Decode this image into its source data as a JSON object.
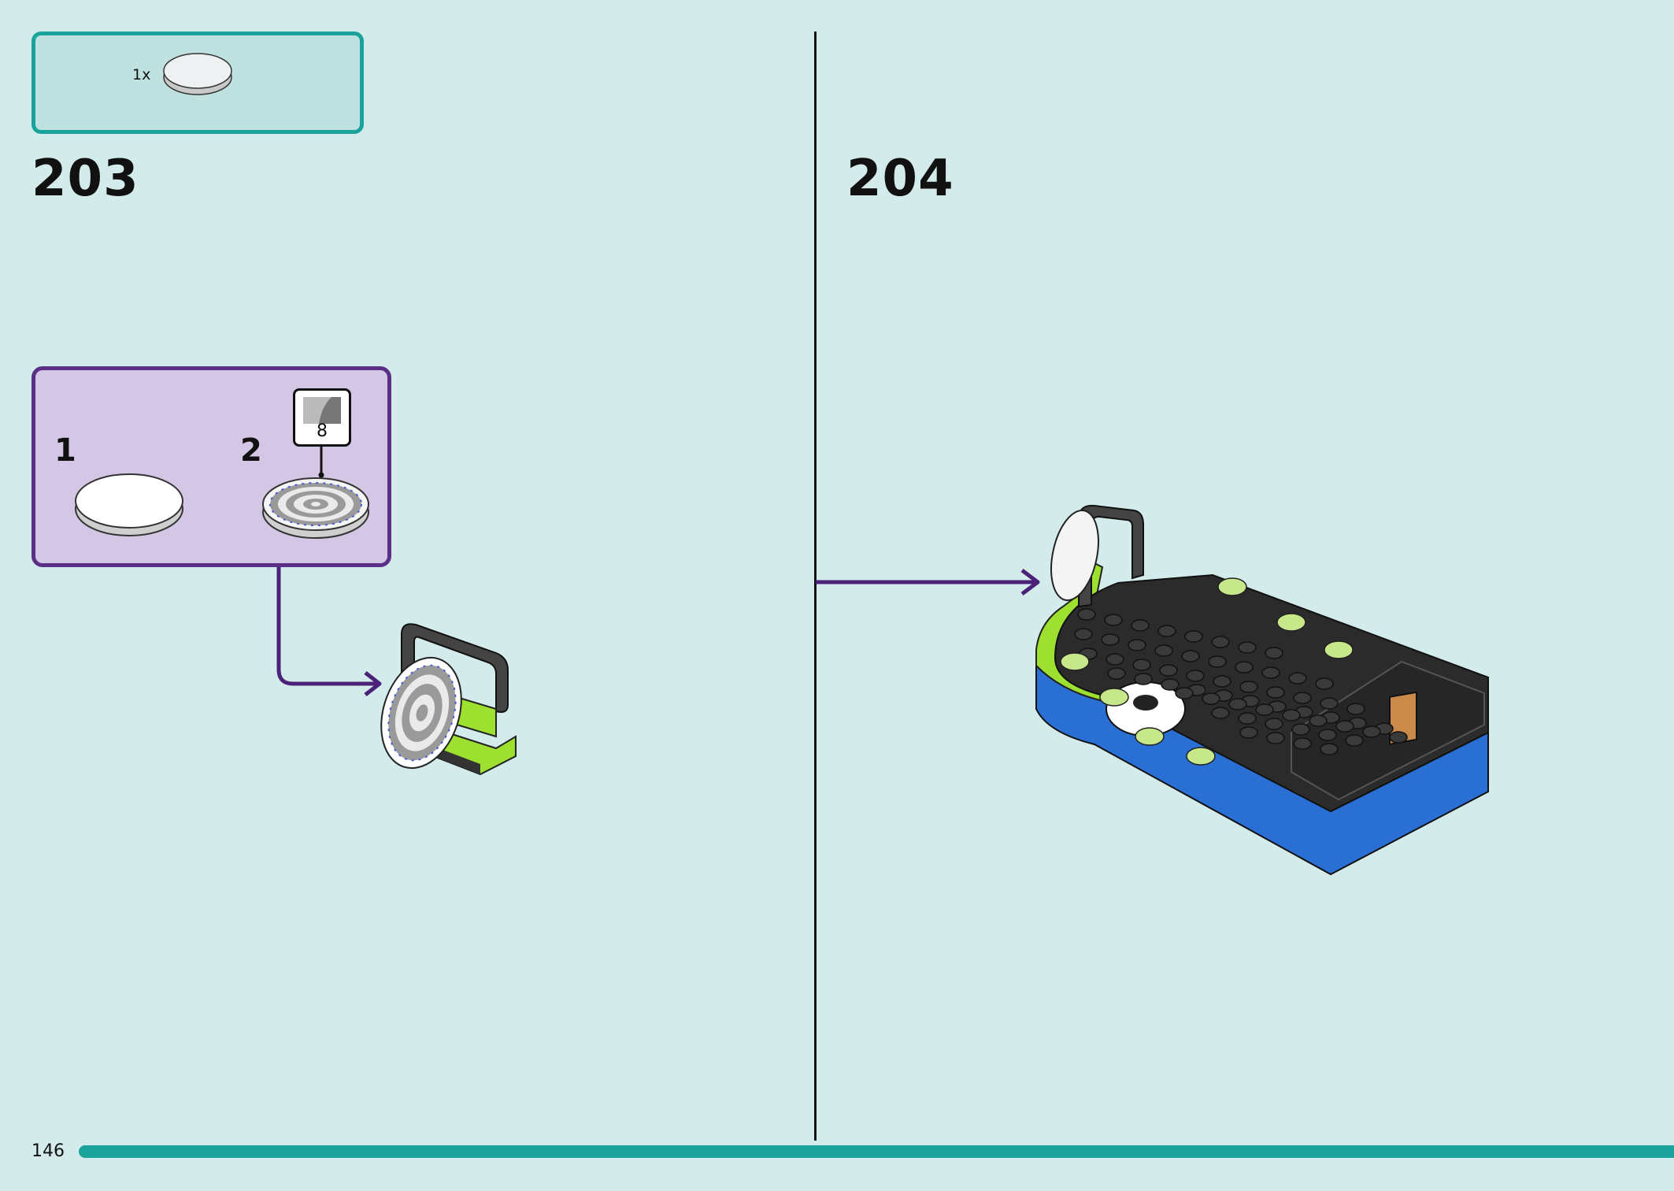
{
  "parts": {
    "count": "1x",
    "icon": "round-tile-2x2"
  },
  "steps": [
    {
      "number": "203"
    },
    {
      "number": "204"
    }
  ],
  "substeps": {
    "first": "1",
    "second": "2",
    "sticker": "8"
  },
  "page": {
    "number": "146"
  },
  "colors": {
    "background": "#d3eceb",
    "parts_border": "#1aa39b",
    "substep_border": "#5c2f86",
    "substep_fill": "#d4c7e6",
    "arrow": "#4b2279",
    "lime": "#9ee02f",
    "blue": "#2a6fd4",
    "dark": "#2b2b2b"
  }
}
